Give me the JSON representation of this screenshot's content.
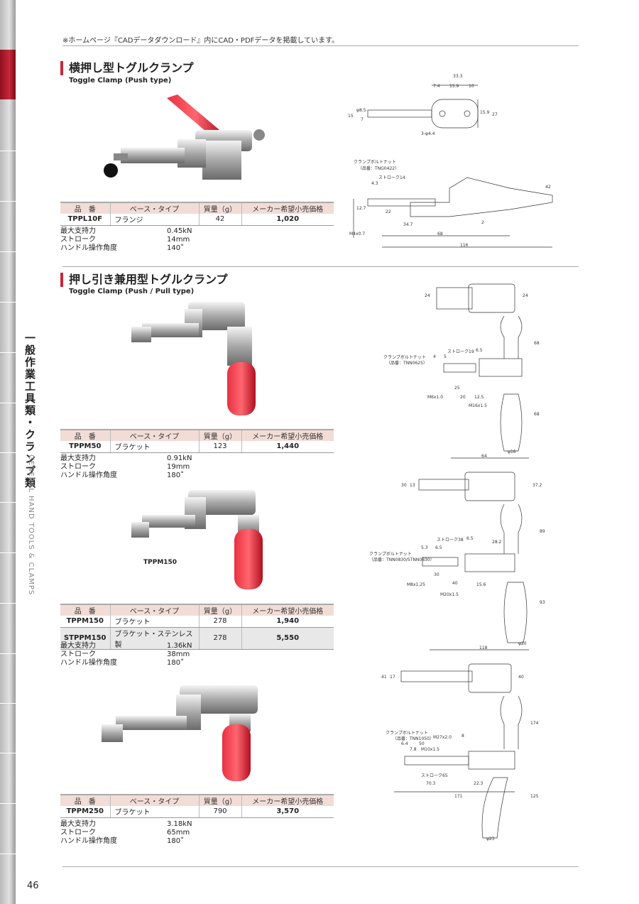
{
  "header_note": "※ホームページ『CADデータダウンロード』内にCAD・PDFデータを掲載しています。",
  "side": {
    "jp": "一般作業工具類・クランプ類",
    "en": "GENERAL HAND TOOLS & CLAMPS"
  },
  "page_number": "46",
  "table_headers": [
    "品　番",
    "ベース・タイプ",
    "質量（g）",
    "メーカー希望小売価格"
  ],
  "spec_labels": [
    "最大支持力",
    "ストローク",
    "ハンドル操作角度"
  ],
  "sections": [
    {
      "title": "横押し型トグルクランプ",
      "subtitle": "Toggle Clamp (Push type)",
      "rows": [
        {
          "code": "TPPL10F",
          "base": "フランジ",
          "mass": "42",
          "price": "1,020"
        }
      ],
      "specs": [
        "0.45kN",
        "14mm",
        "140˚"
      ],
      "dims": [
        "33.3",
        "7.4",
        "15.9",
        "10",
        "15",
        "φ8.5",
        "7",
        "15.9",
        "27",
        "3-φ4.4",
        "クランプボルトナット",
        "（品番：TNG0422）",
        "ストローク14",
        "4.3",
        "42",
        "12.7",
        "22",
        "2",
        "34.7",
        "68",
        "116",
        "M4x0.7"
      ]
    },
    {
      "title": "押し引き兼用型トグルクランプ",
      "subtitle": "Toggle Clamp (Push / Pull type)",
      "rows": [
        {
          "code": "TPPM50",
          "base": "ブラケット",
          "mass": "123",
          "price": "1,440"
        }
      ],
      "specs": [
        "0.91kN",
        "19mm",
        "180˚"
      ],
      "dims": [
        "24",
        "24",
        "68",
        "クランプボルトナット",
        "（品番：TNN0625）",
        "ストローク19",
        "6.5",
        "4",
        "5",
        "25",
        "20",
        "12.5",
        "M6x1.0",
        "M16x1.5",
        "68",
        "φ16",
        "64"
      ]
    },
    {
      "photo_label": "TPPM150",
      "rows": [
        {
          "code": "TPPM150",
          "base": "ブラケット",
          "mass": "278",
          "price": "1,940"
        },
        {
          "code": "STPPM150",
          "base": "ブラケット・ステンレス製",
          "mass": "278",
          "price": "5,550"
        }
      ],
      "specs": [
        "1.36kN",
        "38mm",
        "180˚"
      ],
      "dims": [
        "30",
        "13",
        "37.2",
        "89",
        "ストローク38",
        "6.5",
        "5.3",
        "6.5",
        "28.2",
        "クランプボルトナット",
        "（品番：TNN0830/STNN0830）",
        "30",
        "40",
        "15.6",
        "M8x1.25",
        "M20x1.5",
        "93",
        "φ20",
        "118"
      ]
    },
    {
      "rows": [
        {
          "code": "TPPM250",
          "base": "ブラケット",
          "mass": "790",
          "price": "3,570"
        }
      ],
      "specs": [
        "3.18kN",
        "65mm",
        "180˚"
      ],
      "dims": [
        "41",
        "17",
        "40",
        "174",
        "クランプボルトナット",
        "（品番：TNN1050）",
        "M27x2.0",
        "8",
        "6.4",
        "50",
        "7.8",
        "M10x1.5",
        "ストローク65",
        "70.3",
        "22.3",
        "171",
        "125",
        "φ23"
      ]
    }
  ]
}
